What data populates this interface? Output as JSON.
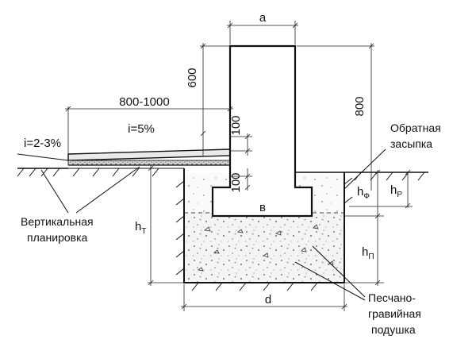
{
  "dimensions": {
    "wall_width": "a",
    "wall_height_above": "600",
    "pavement_width": "800-1000",
    "slope_pavement": "i=5%",
    "slope_outer": "i=2-3%",
    "dim_100_top": "100",
    "dim_100_bottom": "100",
    "dim_800": "800",
    "footing_width": "в",
    "cushion_width": "d"
  },
  "heights": {
    "h_f": {
      "main": "h",
      "sub": "Ф"
    },
    "h_r": {
      "main": "h",
      "sub": "Р"
    },
    "h_t": {
      "main": "h",
      "sub": "Т"
    },
    "h_p": {
      "main": "h",
      "sub": "П"
    }
  },
  "labels": {
    "backfill_1": "Обратная",
    "backfill_2": "засыпка",
    "planning_1": "Вертикальная",
    "planning_2": "планировка",
    "cushion_1": "Песчано-",
    "cushion_2": "гравийная",
    "cushion_3": "подушка"
  }
}
